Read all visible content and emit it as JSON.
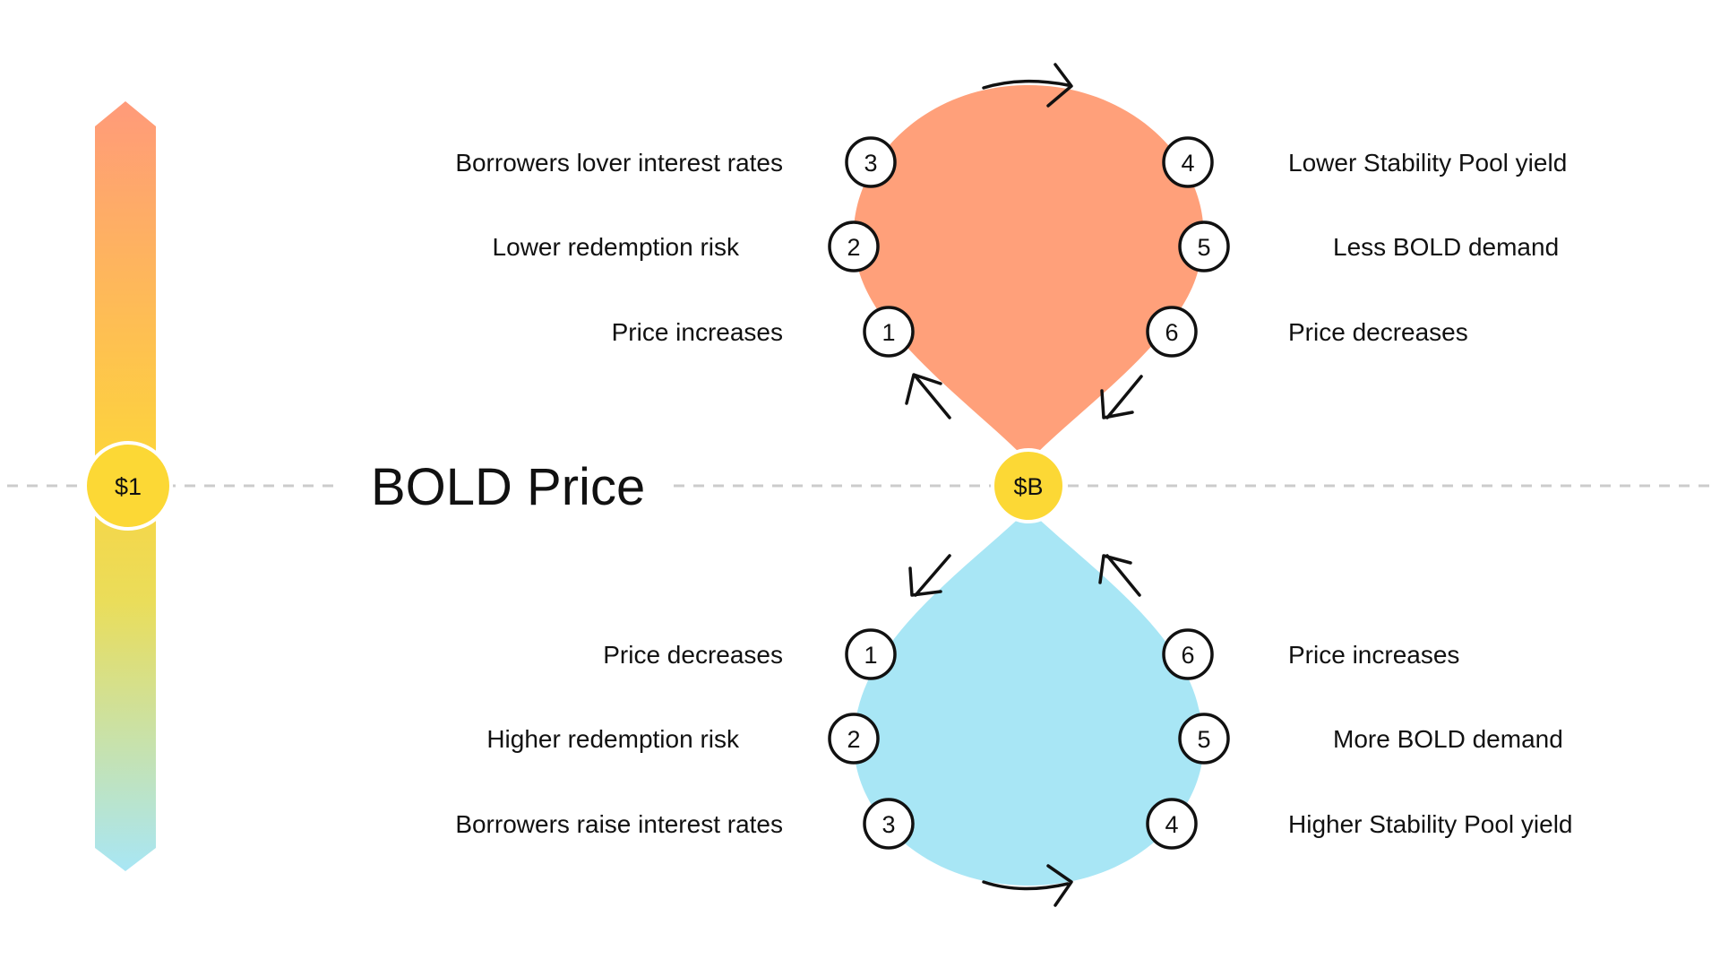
{
  "title": "BOLD Price",
  "scale_marker": "$1",
  "center_marker": "$B",
  "colors": {
    "upper_loop": "#ffa07a",
    "lower_loop": "#a8e6f5",
    "coin": "#fcd835",
    "scale_top": "#ff9a7a",
    "scale_mid": "#fdd23e",
    "scale_bottom": "#a8e6f5"
  },
  "upper_loop": {
    "left": [
      {
        "num": "3",
        "label": "Borrowers lover interest rates"
      },
      {
        "num": "2",
        "label": "Lower redemption risk"
      },
      {
        "num": "1",
        "label": "Price increases"
      }
    ],
    "right": [
      {
        "num": "4",
        "label": "Lower Stability Pool yield"
      },
      {
        "num": "5",
        "label": "Less BOLD demand"
      },
      {
        "num": "6",
        "label": "Price decreases"
      }
    ]
  },
  "lower_loop": {
    "left": [
      {
        "num": "1",
        "label": "Price decreases"
      },
      {
        "num": "2",
        "label": "Higher redemption risk"
      },
      {
        "num": "3",
        "label": "Borrowers raise interest rates"
      }
    ],
    "right": [
      {
        "num": "6",
        "label": "Price increases"
      },
      {
        "num": "5",
        "label": "More BOLD demand"
      },
      {
        "num": "4",
        "label": "Higher Stability Pool yield"
      }
    ]
  }
}
